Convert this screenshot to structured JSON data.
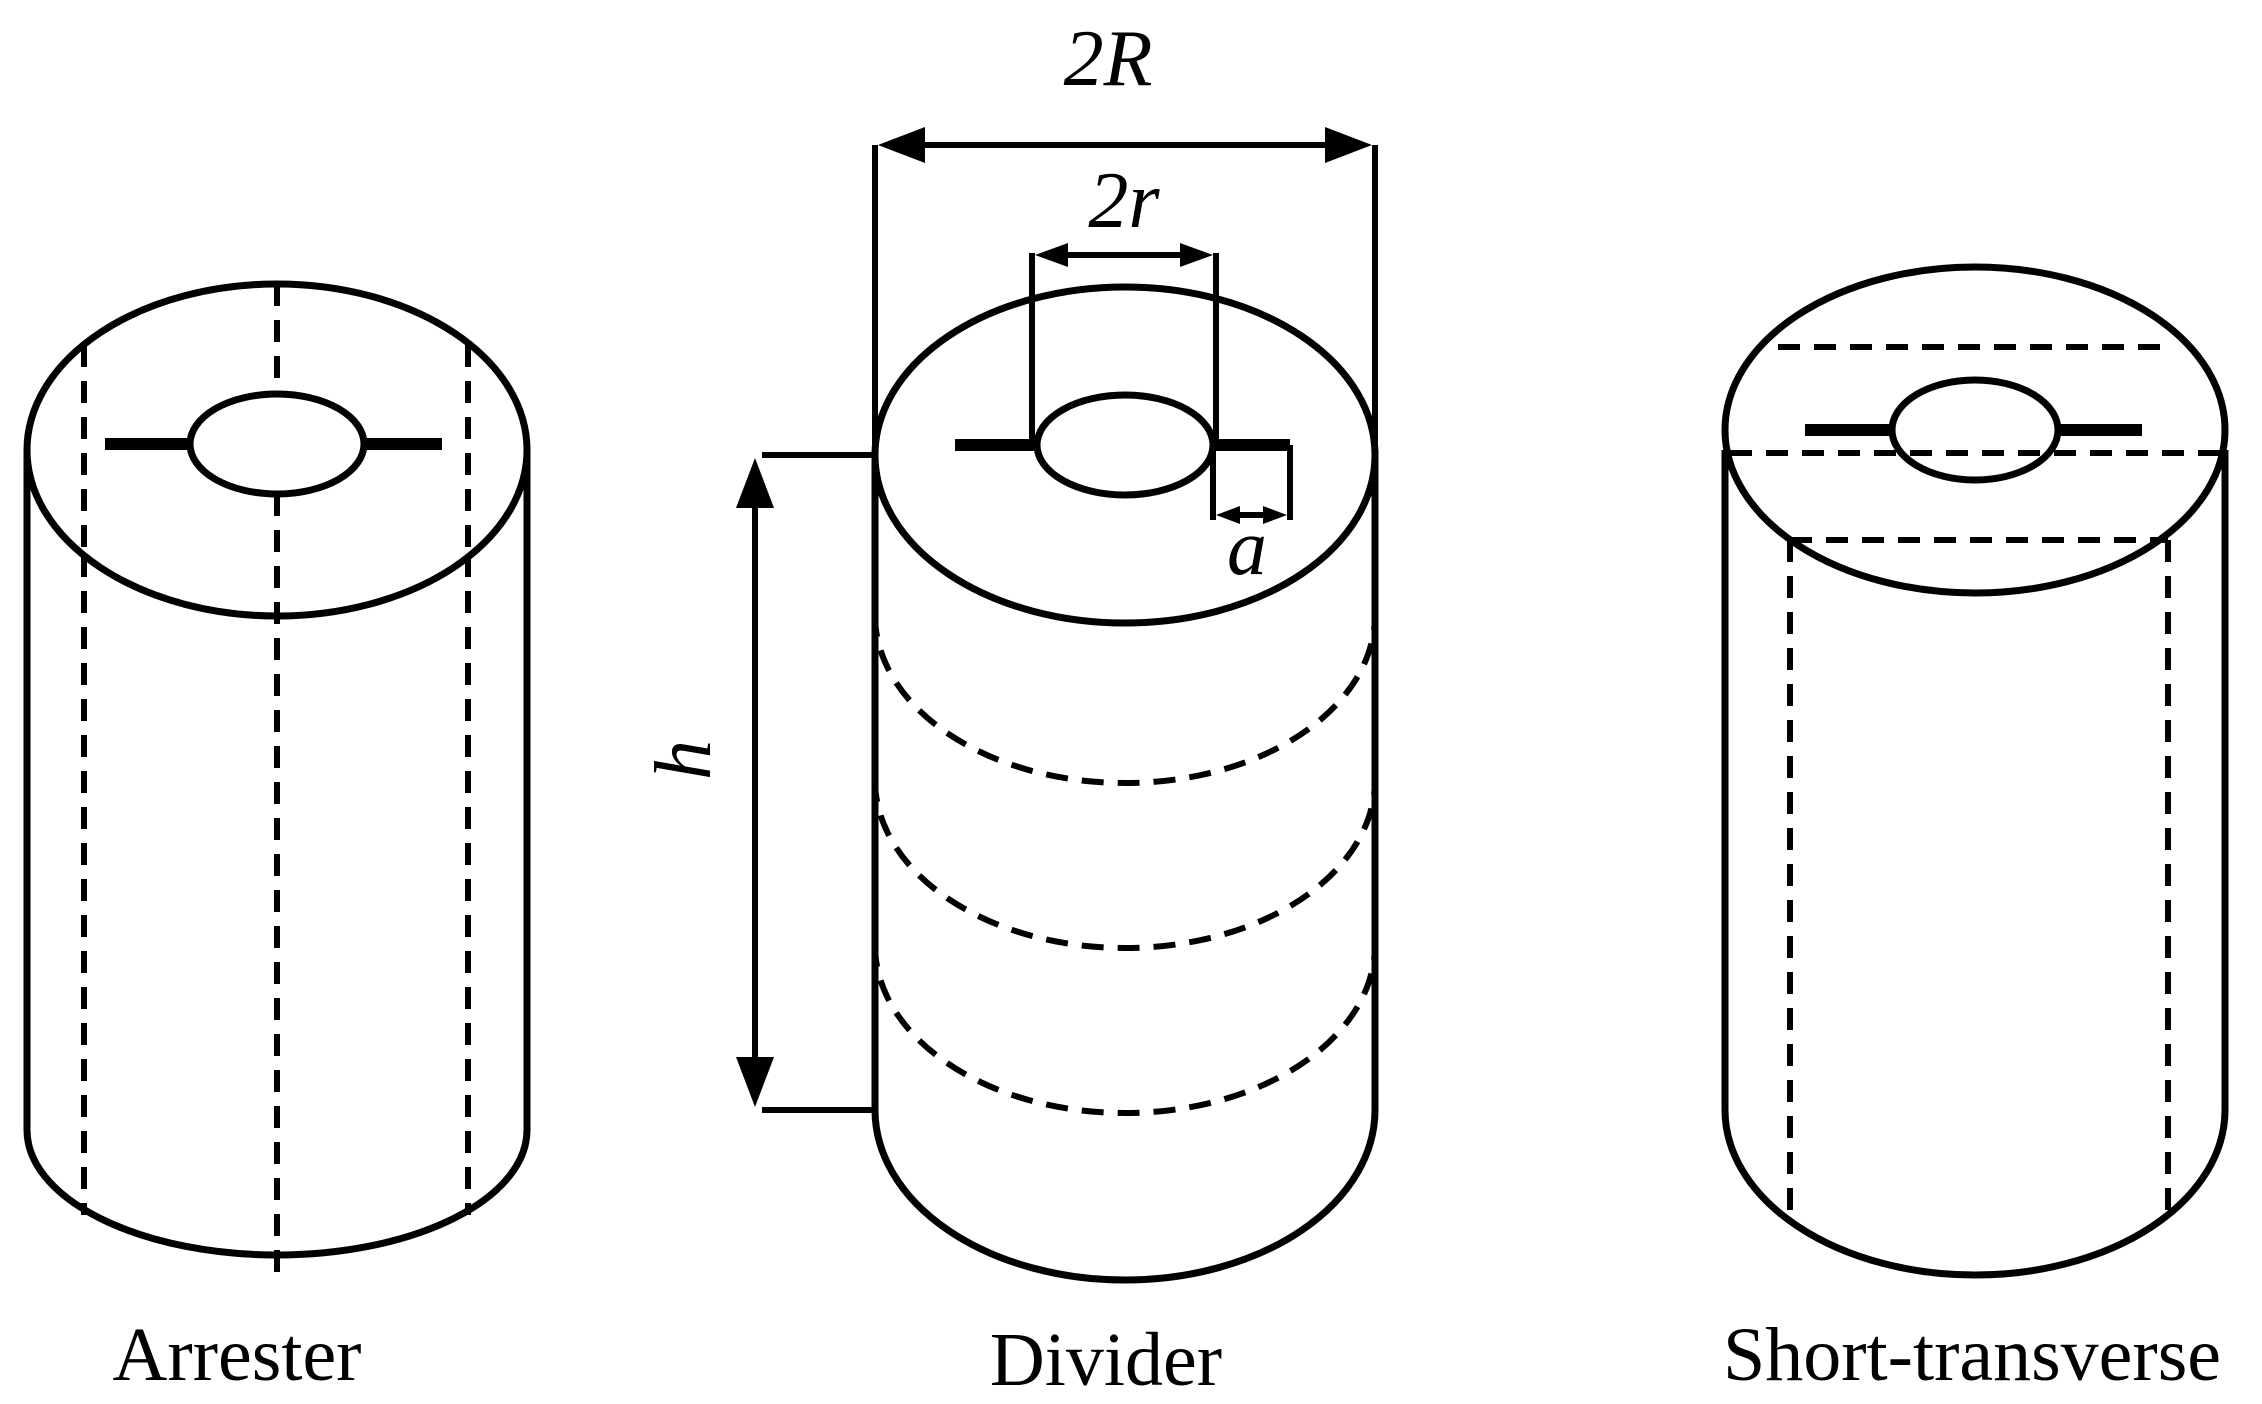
{
  "captions": {
    "arrester": "Arrester",
    "divider": "Divider",
    "short_transverse": "Short-transverse"
  },
  "dimensions": {
    "outer_diameter": "2R",
    "inner_diameter": "2r",
    "notch_depth": "a",
    "height": "h"
  }
}
